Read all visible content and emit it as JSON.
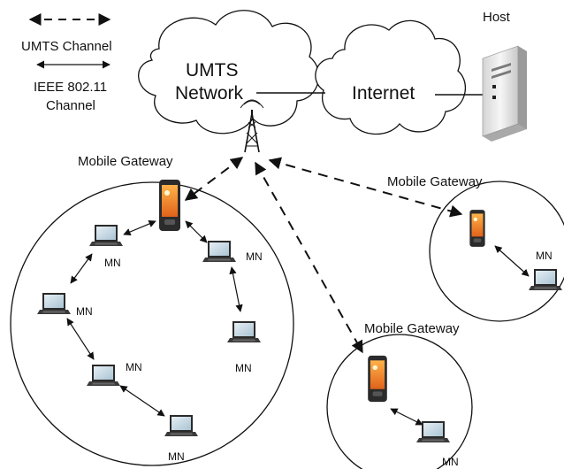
{
  "legend": {
    "umts": "UMTS Channel",
    "wifi_line1": "IEEE 802.11",
    "wifi_line2": "Channel"
  },
  "clouds": {
    "umts_line1": "UMTS",
    "umts_line2": "Network",
    "internet": "Internet"
  },
  "host": {
    "label": "Host"
  },
  "gateways": {
    "left": "Mobile Gateway",
    "right": "Mobile Gateway",
    "bottom": "Mobile Gateway"
  },
  "nodes": {
    "label": "MN"
  },
  "colors": {
    "phone_screen": "#f08a1c",
    "laptop_screen": "#cfe0ea",
    "server_body": "#e9e9e9",
    "stroke": "#111111"
  }
}
